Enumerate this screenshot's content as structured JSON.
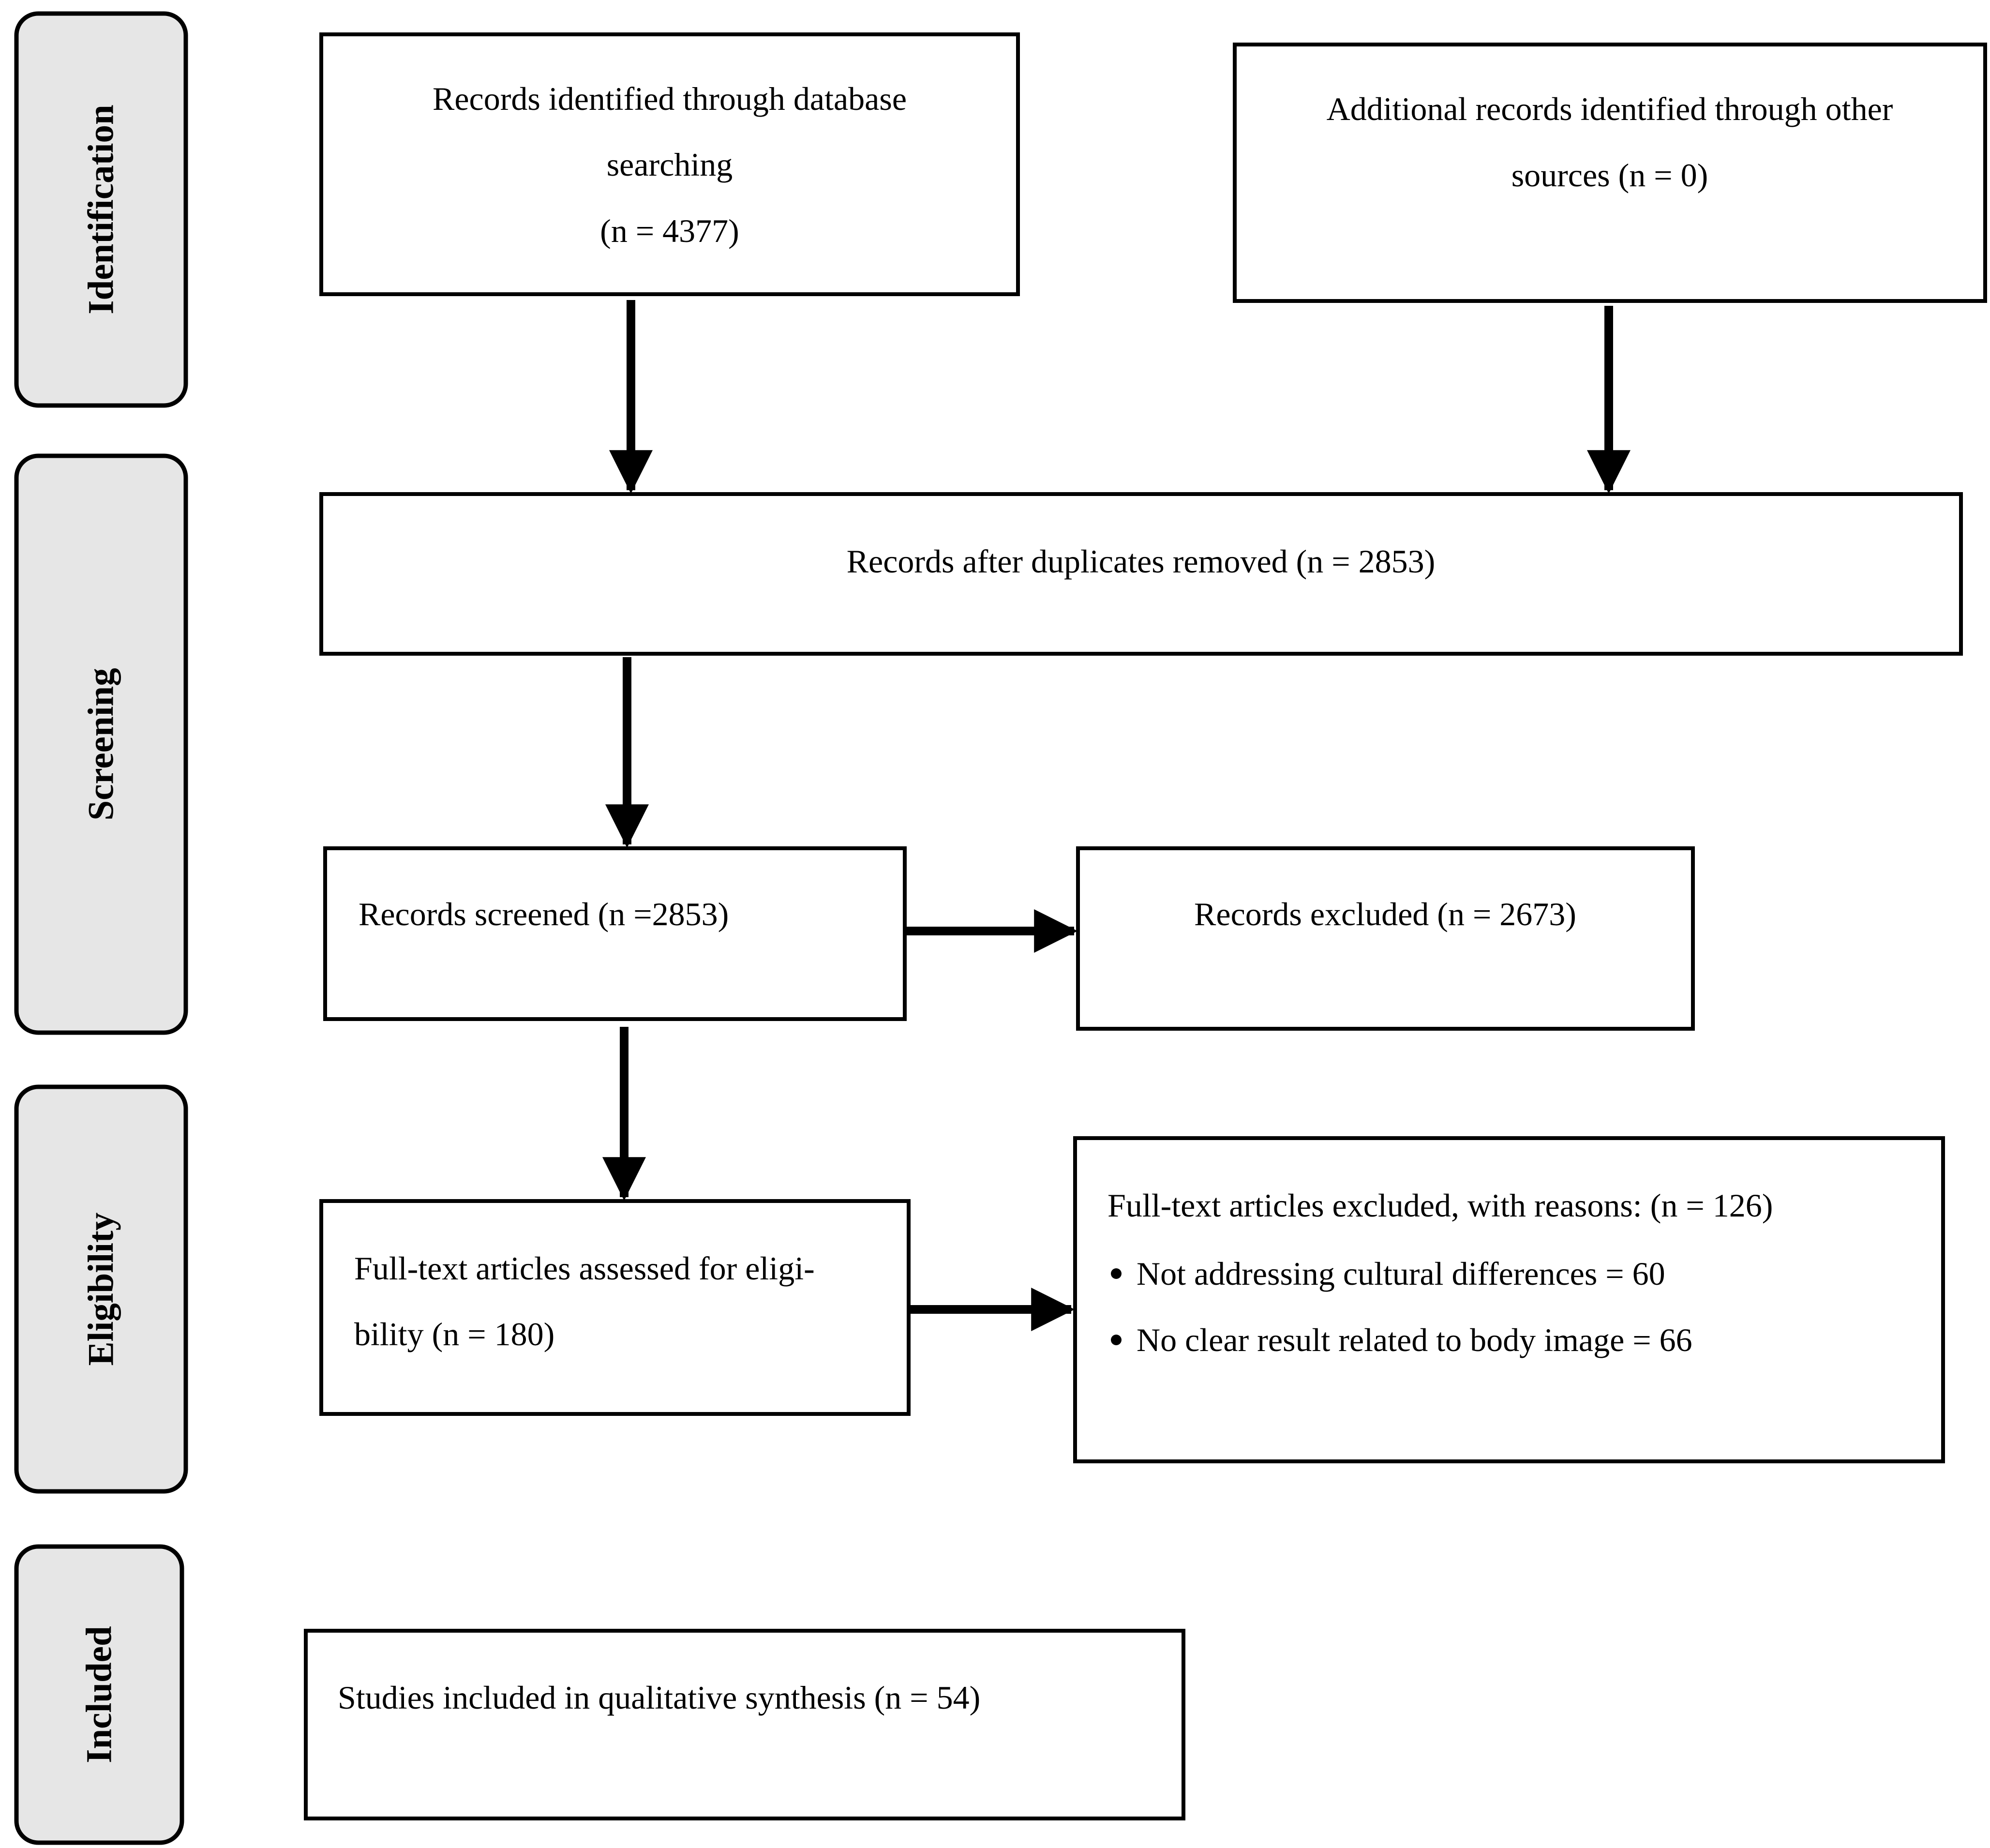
{
  "colors": {
    "stage_fill": "#e6e6e6",
    "box_fill": "#ffffff",
    "stroke": "#000000"
  },
  "stages": {
    "identification": "Identification",
    "screening": "Screening",
    "eligibility": "Eligibility",
    "included": "Included"
  },
  "boxes": {
    "database": {
      "line1": "Records identified through database",
      "line2": "searching",
      "line3": "(n = 4377)"
    },
    "other_sources": {
      "line1": "Additional records identified through other",
      "line2": "sources (n = 0)"
    },
    "after_duplicates": {
      "line1": "Records after duplicates removed (n = 2853)"
    },
    "screened": {
      "line1": "Records screened (n =2853)"
    },
    "excluded": {
      "line1": "Records excluded (n = 2673)"
    },
    "fulltext_assessed": {
      "line1": "Full-text articles assessed for eligi-",
      "line2": "bility (n = 180)"
    },
    "fulltext_excluded": {
      "line1": "Full-text articles excluded, with reasons: (n = 126)",
      "reasons": [
        "Not addressing cultural differences = 60",
        "No clear result related to body image = 66"
      ]
    },
    "included": {
      "line1": "Studies included in qualitative synthesis (n = 54)"
    }
  }
}
